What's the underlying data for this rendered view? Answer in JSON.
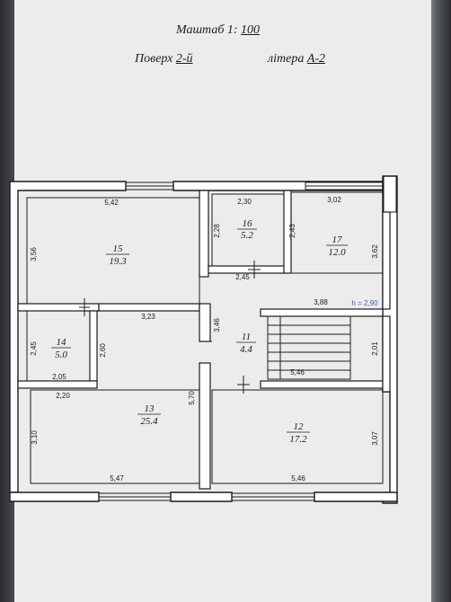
{
  "header": {
    "scale_label": "Маштаб 1:",
    "scale_value": "100",
    "floor_label": "Поверх",
    "floor_value": "2-й",
    "letter_label": "літера",
    "letter_value": "А-2"
  },
  "rooms": [
    {
      "id": "15",
      "area": "19.3"
    },
    {
      "id": "16",
      "area": "5.2"
    },
    {
      "id": "17",
      "area": "12.0"
    },
    {
      "id": "14",
      "area": "5.0"
    },
    {
      "id": "11",
      "area": "4.4"
    },
    {
      "id": "13",
      "area": "25.4"
    },
    {
      "id": "12",
      "area": "17.2"
    }
  ],
  "dimensions": {
    "d542": "5,42",
    "d230": "2,30",
    "d302": "3,02",
    "d356": "3,56",
    "d228": "2,28",
    "d243": "2,43",
    "d362": "3,62",
    "d245a": "2,45",
    "d388": "3,88",
    "height": "h = 2,90",
    "d323": "3,23",
    "d346": "3,46",
    "d245b": "2,45",
    "d260": "2,60",
    "d201": "2,01",
    "d205": "2,05",
    "d546a": "5,46",
    "d220": "2,20",
    "d570": "5,70",
    "d310": "3,10",
    "d307": "3,07",
    "d547": "5,47",
    "d546b": "5,46"
  },
  "colors": {
    "wall": "#1c1c1c",
    "ink": "#1a1a1a",
    "accent_blue": "#3d5fb8",
    "paper": "#ececea"
  }
}
